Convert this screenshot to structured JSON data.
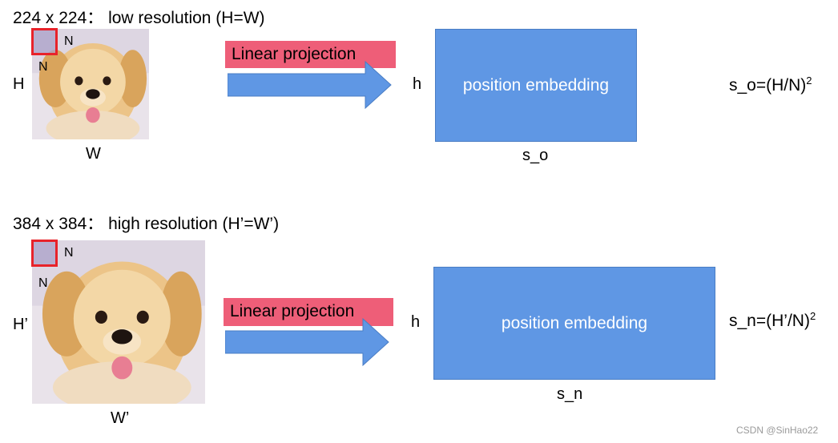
{
  "row1": {
    "title": "224 x 224：  low resolution (H=W)",
    "patch_label_top": "N",
    "patch_label_left": "N",
    "height_label": "H",
    "width_label": "W",
    "projection_label": "Linear projection",
    "h_label": "h",
    "embedding_label": "position embedding",
    "size_label": "s_o",
    "formula_text": "s_o=(H/N)",
    "formula_exp": "2"
  },
  "row2": {
    "title": "384 x 384：  high resolution (H’=W’)",
    "patch_label_top": "N",
    "patch_label_left": "N",
    "height_label": "H’",
    "width_label": "W’",
    "projection_label": "Linear projection",
    "h_label": "h",
    "embedding_label": "position embedding",
    "size_label": "s_n",
    "formula_text": "s_n=(H’/N)",
    "formula_exp": "2"
  },
  "watermark": "CSDN @SinHao22",
  "colors": {
    "projection_bg": "#ee5e78",
    "arrow_fill": "#5f97e4",
    "embedding_fill": "#5f97e4",
    "patch_border": "#e8222a"
  },
  "icons": [
    "puppy-image",
    "arrow-right-icon"
  ]
}
